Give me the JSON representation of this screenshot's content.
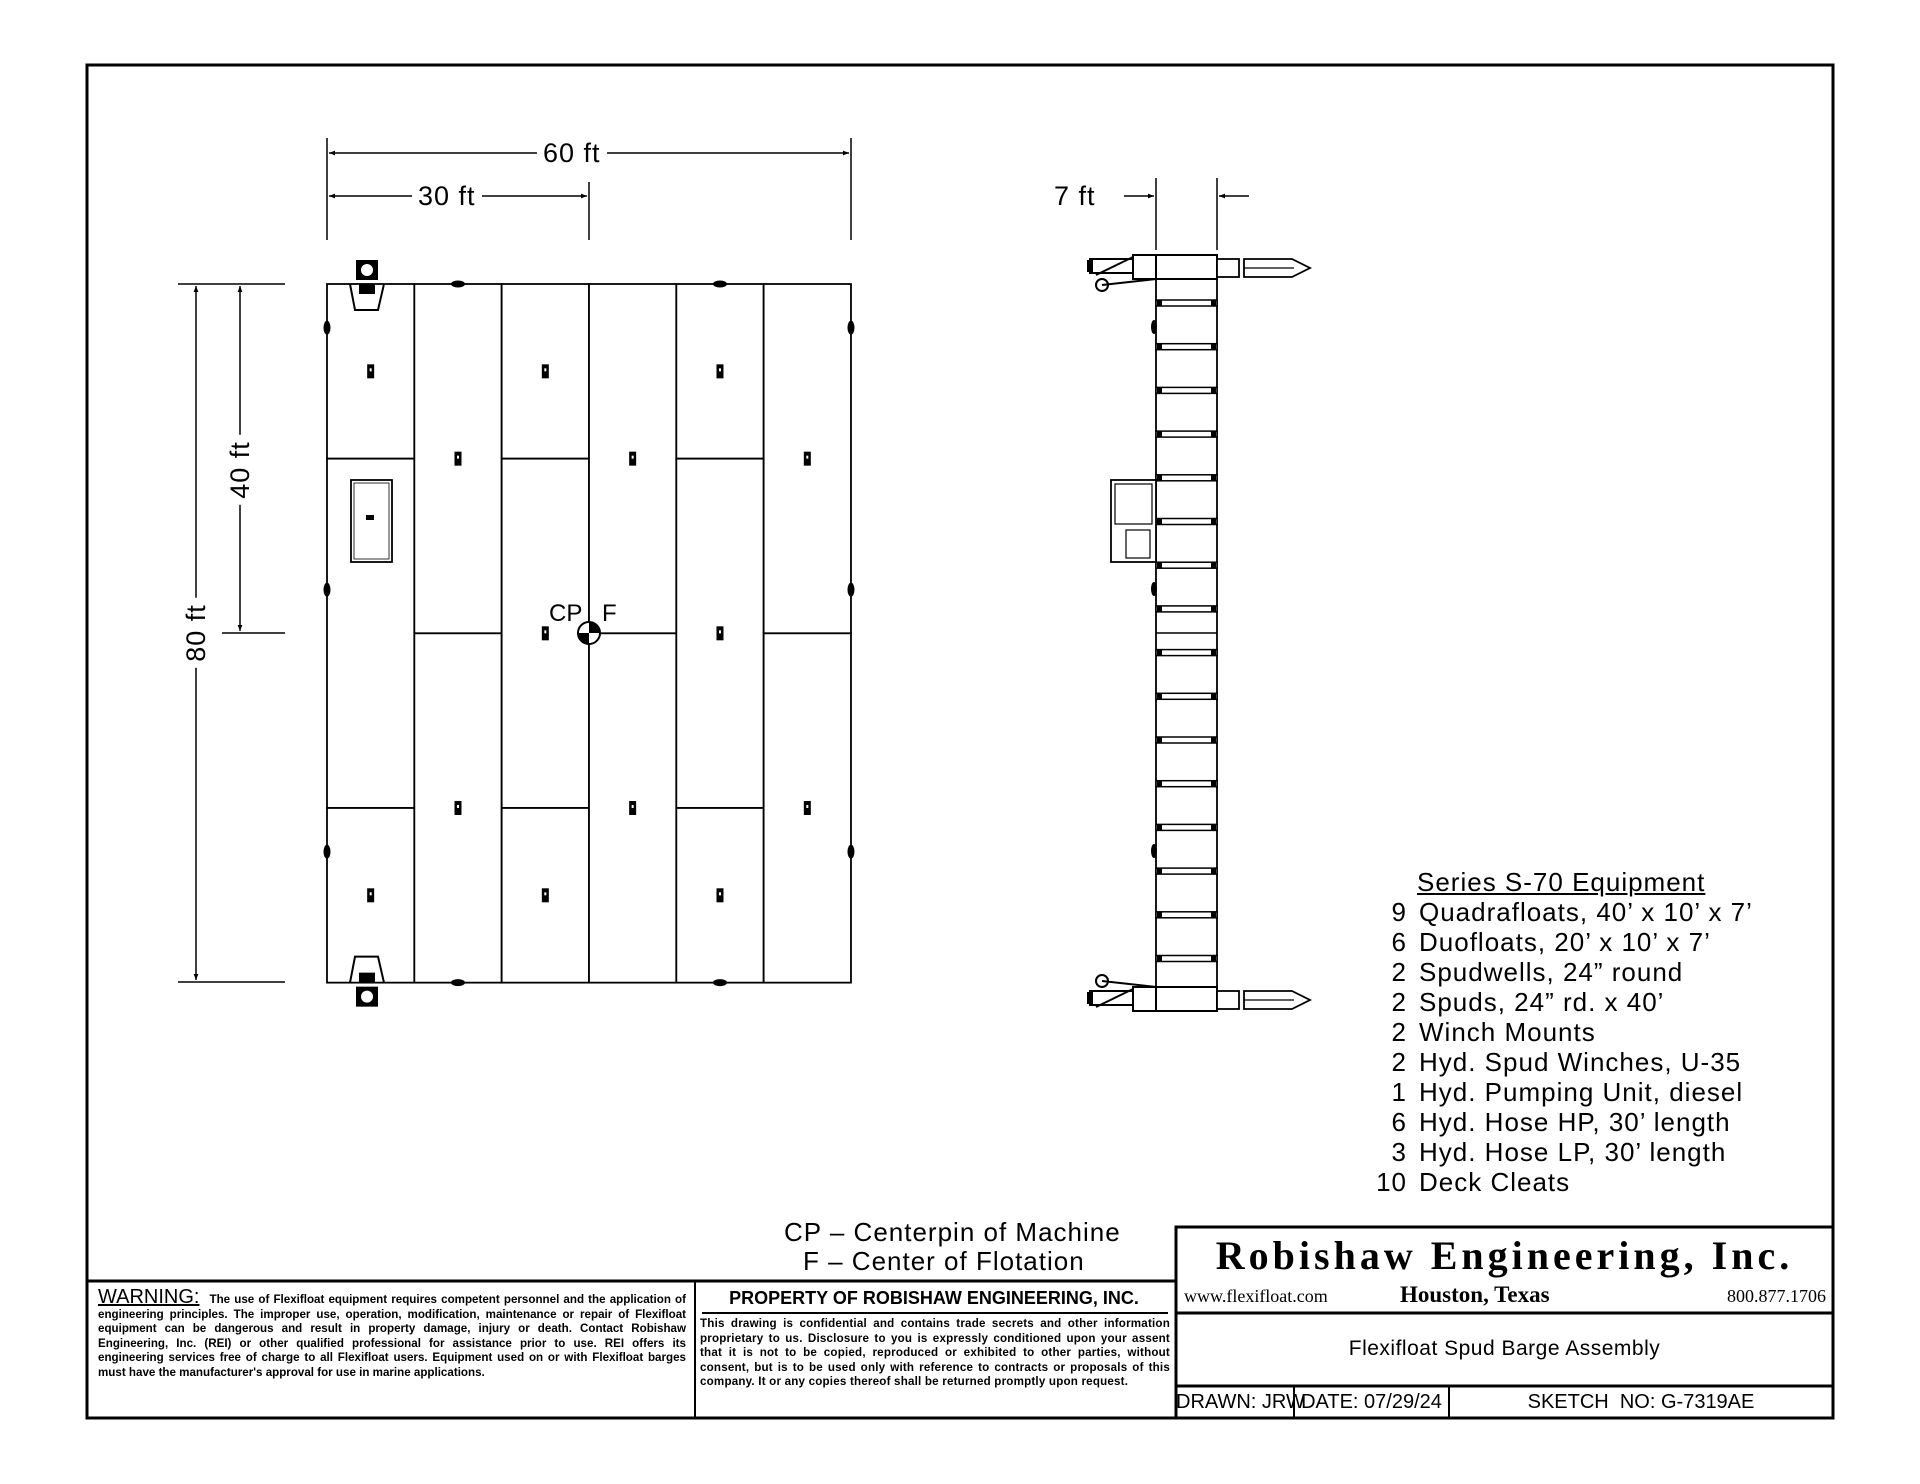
{
  "dimensions": {
    "overall_width": "60 ft",
    "half_width": "30 ft",
    "overall_length": "80 ft",
    "half_length": "40 ft",
    "side_depth": "7 ft"
  },
  "center_marks": {
    "cp": "CP",
    "f": "F"
  },
  "equipment": {
    "heading": "Series S-70 Equipment",
    "items": [
      {
        "qty": "9",
        "desc": "Quadrafloats, 40’ x 10’ x 7’"
      },
      {
        "qty": "6",
        "desc": "Duofloats, 20’ x 10’ x 7’"
      },
      {
        "qty": "2",
        "desc": "Spudwells, 24” round"
      },
      {
        "qty": "2",
        "desc": "Spuds, 24” rd. x 40’"
      },
      {
        "qty": "2",
        "desc": "Winch Mounts"
      },
      {
        "qty": "2",
        "desc": "Hyd. Spud Winches, U-35"
      },
      {
        "qty": "1",
        "desc": "Hyd. Pumping Unit, diesel"
      },
      {
        "qty": "6",
        "desc": "Hyd. Hose HP, 30’ length"
      },
      {
        "qty": "3",
        "desc": "Hyd. Hose LP, 30’ length"
      },
      {
        "qty": "10",
        "desc": "Deck Cleats"
      }
    ]
  },
  "legend": {
    "cp": "CP – Centerpin of Machine",
    "f": "F – Center of Flotation"
  },
  "warning": {
    "label": "WARNING:",
    "text": "The use of Flexifloat equipment requires competent personnel and the application of engineering principles.  The improper use, operation, modification, maintenance or repair of Flexifloat equipment can be dangerous and result in property damage, injury or death.  Contact Robishaw Engineering, Inc. (REI) or other qualified professional for assistance prior to use.  REI offers its engineering services free of charge to all Flexifloat users. Equipment used on or with Flexifloat barges must have the manufacturer's approval for use in marine applications."
  },
  "property": {
    "heading": "PROPERTY OF ROBISHAW ENGINEERING, INC.",
    "text": "This drawing is confidential and contains trade secrets and other information proprietary to us.  Disclosure to you is expressly conditioned upon your assent that it is not to be copied, reproduced or exhibited to other parties, without consent, but is to be used only with reference to contracts or proposals of this company. It or any copies thereof shall be returned promptly upon request."
  },
  "title_block": {
    "company": "Robishaw Engineering, Inc.",
    "website": "www.flexifloat.com",
    "location": "Houston, Texas",
    "phone": "800.877.1706",
    "drawing_title": "Flexifloat Spud Barge Assembly",
    "drawn": "DRAWN: JRW",
    "date": "DATE: 07/29/24",
    "sketch_no": "SKETCH  NO: G-7319AE"
  }
}
